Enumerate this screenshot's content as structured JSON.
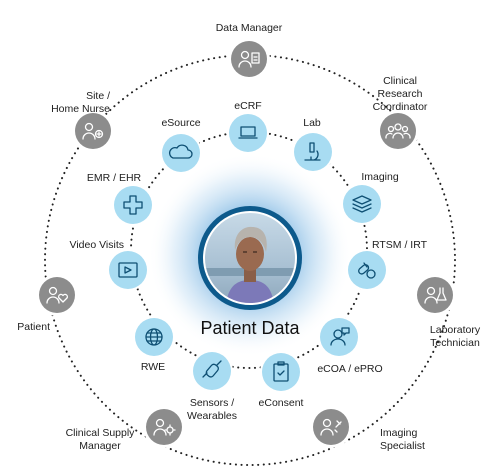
{
  "center": {
    "title": "Patient Data"
  },
  "roles": [
    {
      "id": "data-manager",
      "label": "Data Manager",
      "icon": "person-clipboard-icon"
    },
    {
      "id": "clinical-research-coordinator",
      "label": "Clinical\nResearch\nCoordinator",
      "icon": "group-icon"
    },
    {
      "id": "laboratory-technician",
      "label": "Laboratory\nTechnician",
      "icon": "person-lab-icon"
    },
    {
      "id": "imaging-specialist",
      "label": "Imaging\nSpecialist",
      "icon": "person-imaging-icon"
    },
    {
      "id": "clinical-supply-manager",
      "label": "Clinical Supply\nManager",
      "icon": "person-gear-icon"
    },
    {
      "id": "patient",
      "label": "Patient",
      "icon": "person-heart-icon"
    },
    {
      "id": "site-home-nurse",
      "label": "Site /\nHome Nurse",
      "icon": "person-plus-icon"
    }
  ],
  "sources": [
    {
      "id": "ecrf",
      "label": "eCRF",
      "icon": "laptop-icon"
    },
    {
      "id": "lab",
      "label": "Lab",
      "icon": "microscope-icon"
    },
    {
      "id": "imaging",
      "label": "Imaging",
      "icon": "layers-icon"
    },
    {
      "id": "rtsm-irt",
      "label": "RTSM / IRT",
      "icon": "pills-icon"
    },
    {
      "id": "ecoa-epro",
      "label": "eCOA / ePRO",
      "icon": "person-chat-icon"
    },
    {
      "id": "econsent",
      "label": "eConsent",
      "icon": "clipboard-check-icon"
    },
    {
      "id": "sensors-wearables",
      "label": "Sensors /\nWearables",
      "icon": "wearable-icon"
    },
    {
      "id": "rwe",
      "label": "RWE",
      "icon": "globe-icon"
    },
    {
      "id": "video-visits",
      "label": "Video Visits",
      "icon": "video-play-icon"
    },
    {
      "id": "emr-ehr",
      "label": "EMR / EHR",
      "icon": "medical-cross-icon"
    },
    {
      "id": "esource",
      "label": "eSource",
      "icon": "cloud-icon"
    }
  ],
  "colors": {
    "role_node": "#8c8c8c",
    "source_node": "#a8dcf2",
    "center_ring": "#0d5a8c",
    "glow": "#3f93d2",
    "dots": "#222222"
  }
}
